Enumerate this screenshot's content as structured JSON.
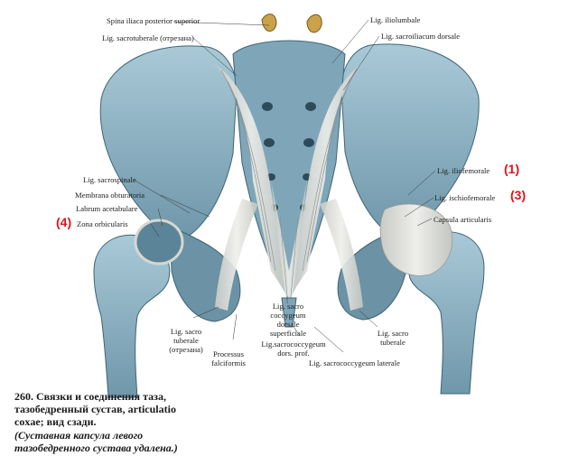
{
  "labels": {
    "spina_iliaca": "Spina iliaca posterior superior",
    "lig_sacrotuberale_top": "Lig. sacrotuberale (отрезана)",
    "lig_iliolumbale": "Lig. iliolumbale",
    "lig_sacroiliacum": "Lig. sacroiliacum dorsale",
    "lig_iliofemorale": "Lig. iliofemorale",
    "lig_ischiofemorale": "Lig. ischiofemorale",
    "capsula": "Capsula articularis",
    "lig_sacrospinale": "Lig. sacrospinale",
    "membrana": "Membrana obturatoria",
    "labrum": "Labrum acetabulare",
    "zona": "Zona orbicularis",
    "sacro_l1": "Lig. sacro",
    "sacro_l2": "tuberale",
    "sacro_l3": "(отрезана)",
    "processus_l1": "Processus",
    "processus_l2": "falciformis",
    "sup_l1": "Lig. sacro",
    "sup_l2": "coccygeum",
    "sup_l3": "dorsale",
    "sup_l4": "superficiale",
    "prof_l1": "Lig.sacrococcygeum",
    "prof_l2": "dors. prof.",
    "lateral": "Lig. sacrococcygeum laterale",
    "right_sacro_l1": "Lig. sacro",
    "right_sacro_l2": "tuberale"
  },
  "markers": {
    "m1": "(1)",
    "m3": "(3)",
    "m4": "(4)"
  },
  "caption": {
    "line1": "260. Связки и соединения таза,",
    "line2": "тазобедренный сустав, articulatio",
    "line3": "coxae; вид сзади.",
    "line4": "(Суставная капсула левого",
    "line5": "тазобедренного сустава удалена.)"
  },
  "colors": {
    "bone": "#8fb6c7",
    "bone_light": "#b9d3de",
    "bone_dark": "#4d7487",
    "ligament": "#d8d8d2",
    "marker": "#e0141b"
  }
}
